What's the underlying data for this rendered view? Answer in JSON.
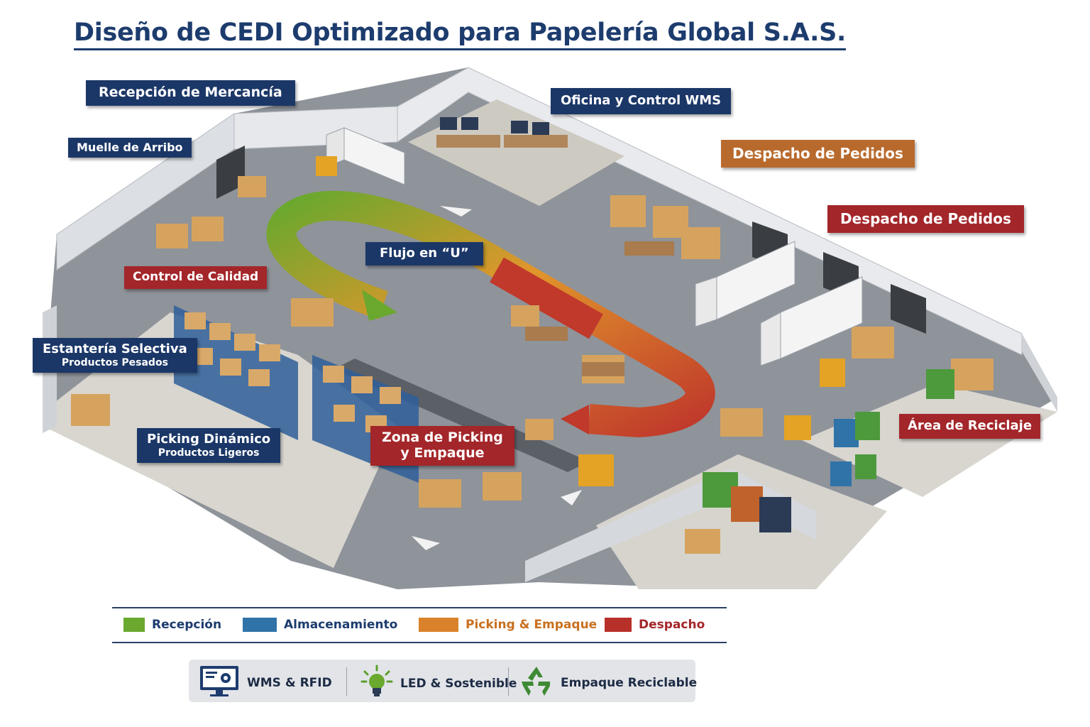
{
  "title": "Diseño de CEDI Optimizado para Papelería Global S.A.S.",
  "labels": {
    "recepcion_mercancia": "Recepción de Mercancía",
    "muelle_arribo": "Muelle de Arribo",
    "oficina_wms": "Oficina y Control WMS",
    "despacho_pedidos_1": "Despacho de Pedidos",
    "despacho_pedidos_2": "Despacho de Pedidos",
    "control_calidad": "Control de Calidad",
    "flujo_u": "Flujo en “U”",
    "estanteria_title": "Estantería Selectiva",
    "estanteria_sub": "Productos Pesados",
    "picking_dinamico_title": "Picking Dinámico",
    "picking_dinamico_sub": "Productos Ligeros",
    "zona_picking_line1": "Zona de Picking",
    "zona_picking_line2": "y Empaque",
    "area_reciclaje": "Área de Reciclaje"
  },
  "legend": [
    {
      "label": "Recepción",
      "color": "#6aa82e",
      "text_color": "#1d3c6e"
    },
    {
      "label": "Almacenamiento",
      "color": "#2f73a8",
      "text_color": "#1d3c6e"
    },
    {
      "label": "Picking & Empaque",
      "color": "#d9822b",
      "text_color": "#c8701f"
    },
    {
      "label": "Despacho",
      "color": "#b8302a",
      "text_color": "#a3262a"
    }
  ],
  "tech": [
    {
      "label": "WMS & RFID",
      "icon": "monitor-gear-icon"
    },
    {
      "label": "LED & Sostenible",
      "icon": "lightbulb-icon"
    },
    {
      "label": "Empaque Reciclable",
      "icon": "recycle-icon"
    }
  ],
  "colors": {
    "navy": "#1b3767",
    "red": "#a3262a",
    "orange": "#b86a2d",
    "floor": "#8c9097",
    "wall": "#dcdfe3"
  }
}
